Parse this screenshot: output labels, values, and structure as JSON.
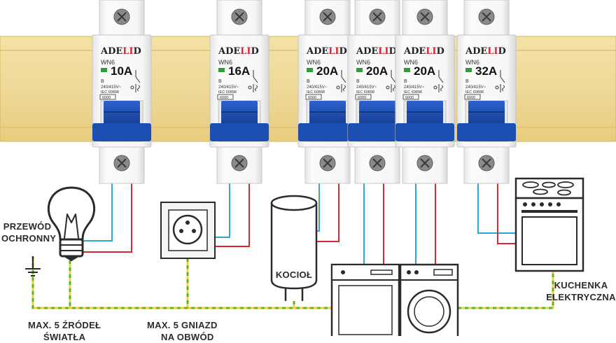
{
  "breakers": [
    {
      "brand_a": "ADE",
      "brand_b": "LI",
      "brand_c": "D",
      "model": "WN6",
      "rating": "10A",
      "curve": "B",
      "voltage": "240/415V~",
      "standard": "IEC 60898",
      "capacity": "6000"
    },
    {
      "brand_a": "ADE",
      "brand_b": "LI",
      "brand_c": "D",
      "model": "WN6",
      "rating": "16A",
      "curve": "B",
      "voltage": "240/415V~",
      "standard": "IEC 60898",
      "capacity": "6000"
    },
    {
      "brand_a": "ADE",
      "brand_b": "LI",
      "brand_c": "D",
      "model": "WN6",
      "rating": "20A",
      "curve": "B",
      "voltage": "240/415V~",
      "standard": "IEC 60898",
      "capacity": "6000"
    },
    {
      "brand_a": "ADE",
      "brand_b": "LI",
      "brand_c": "D",
      "model": "WN6",
      "rating": "20A",
      "curve": "B",
      "voltage": "240/415V~",
      "standard": "IEC 60898",
      "capacity": "6000"
    },
    {
      "brand_a": "ADE",
      "brand_b": "LI",
      "brand_c": "D",
      "model": "WN6",
      "rating": "20A",
      "curve": "B",
      "voltage": "240/415V~",
      "standard": "IEC 60898",
      "capacity": "6000"
    },
    {
      "brand_a": "ADE",
      "brand_b": "LI",
      "brand_c": "D",
      "model": "WN6",
      "rating": "32A",
      "curve": "B",
      "voltage": "240/415V~",
      "standard": "IEC 60898",
      "capacity": "6000"
    }
  ],
  "labels": {
    "protective_wire_1": "PRZEWÓD",
    "protective_wire_2": "OCHRONNY",
    "boiler": "KOCIOŁ",
    "stove_1": "KUCHENKA",
    "stove_2": "ELEKTRYCZNA",
    "lights_1": "MAX. 5 ŹRÓDEŁ",
    "lights_2": "ŚWIATŁA",
    "sockets_1": "MAX. 5 GNIAZD",
    "sockets_2": "NA OBWÓD"
  },
  "colors": {
    "rail": "#efd998",
    "rail_edge": "#d9b95e",
    "toggle": "#1d4fb3",
    "wire_red": "#d9262f",
    "wire_blue": "#2ea3d6",
    "ground_green": "#5cb030",
    "ground_yellow": "#f2d233",
    "brand_red": "#d9262f",
    "indicator": "#2e9c3a"
  }
}
